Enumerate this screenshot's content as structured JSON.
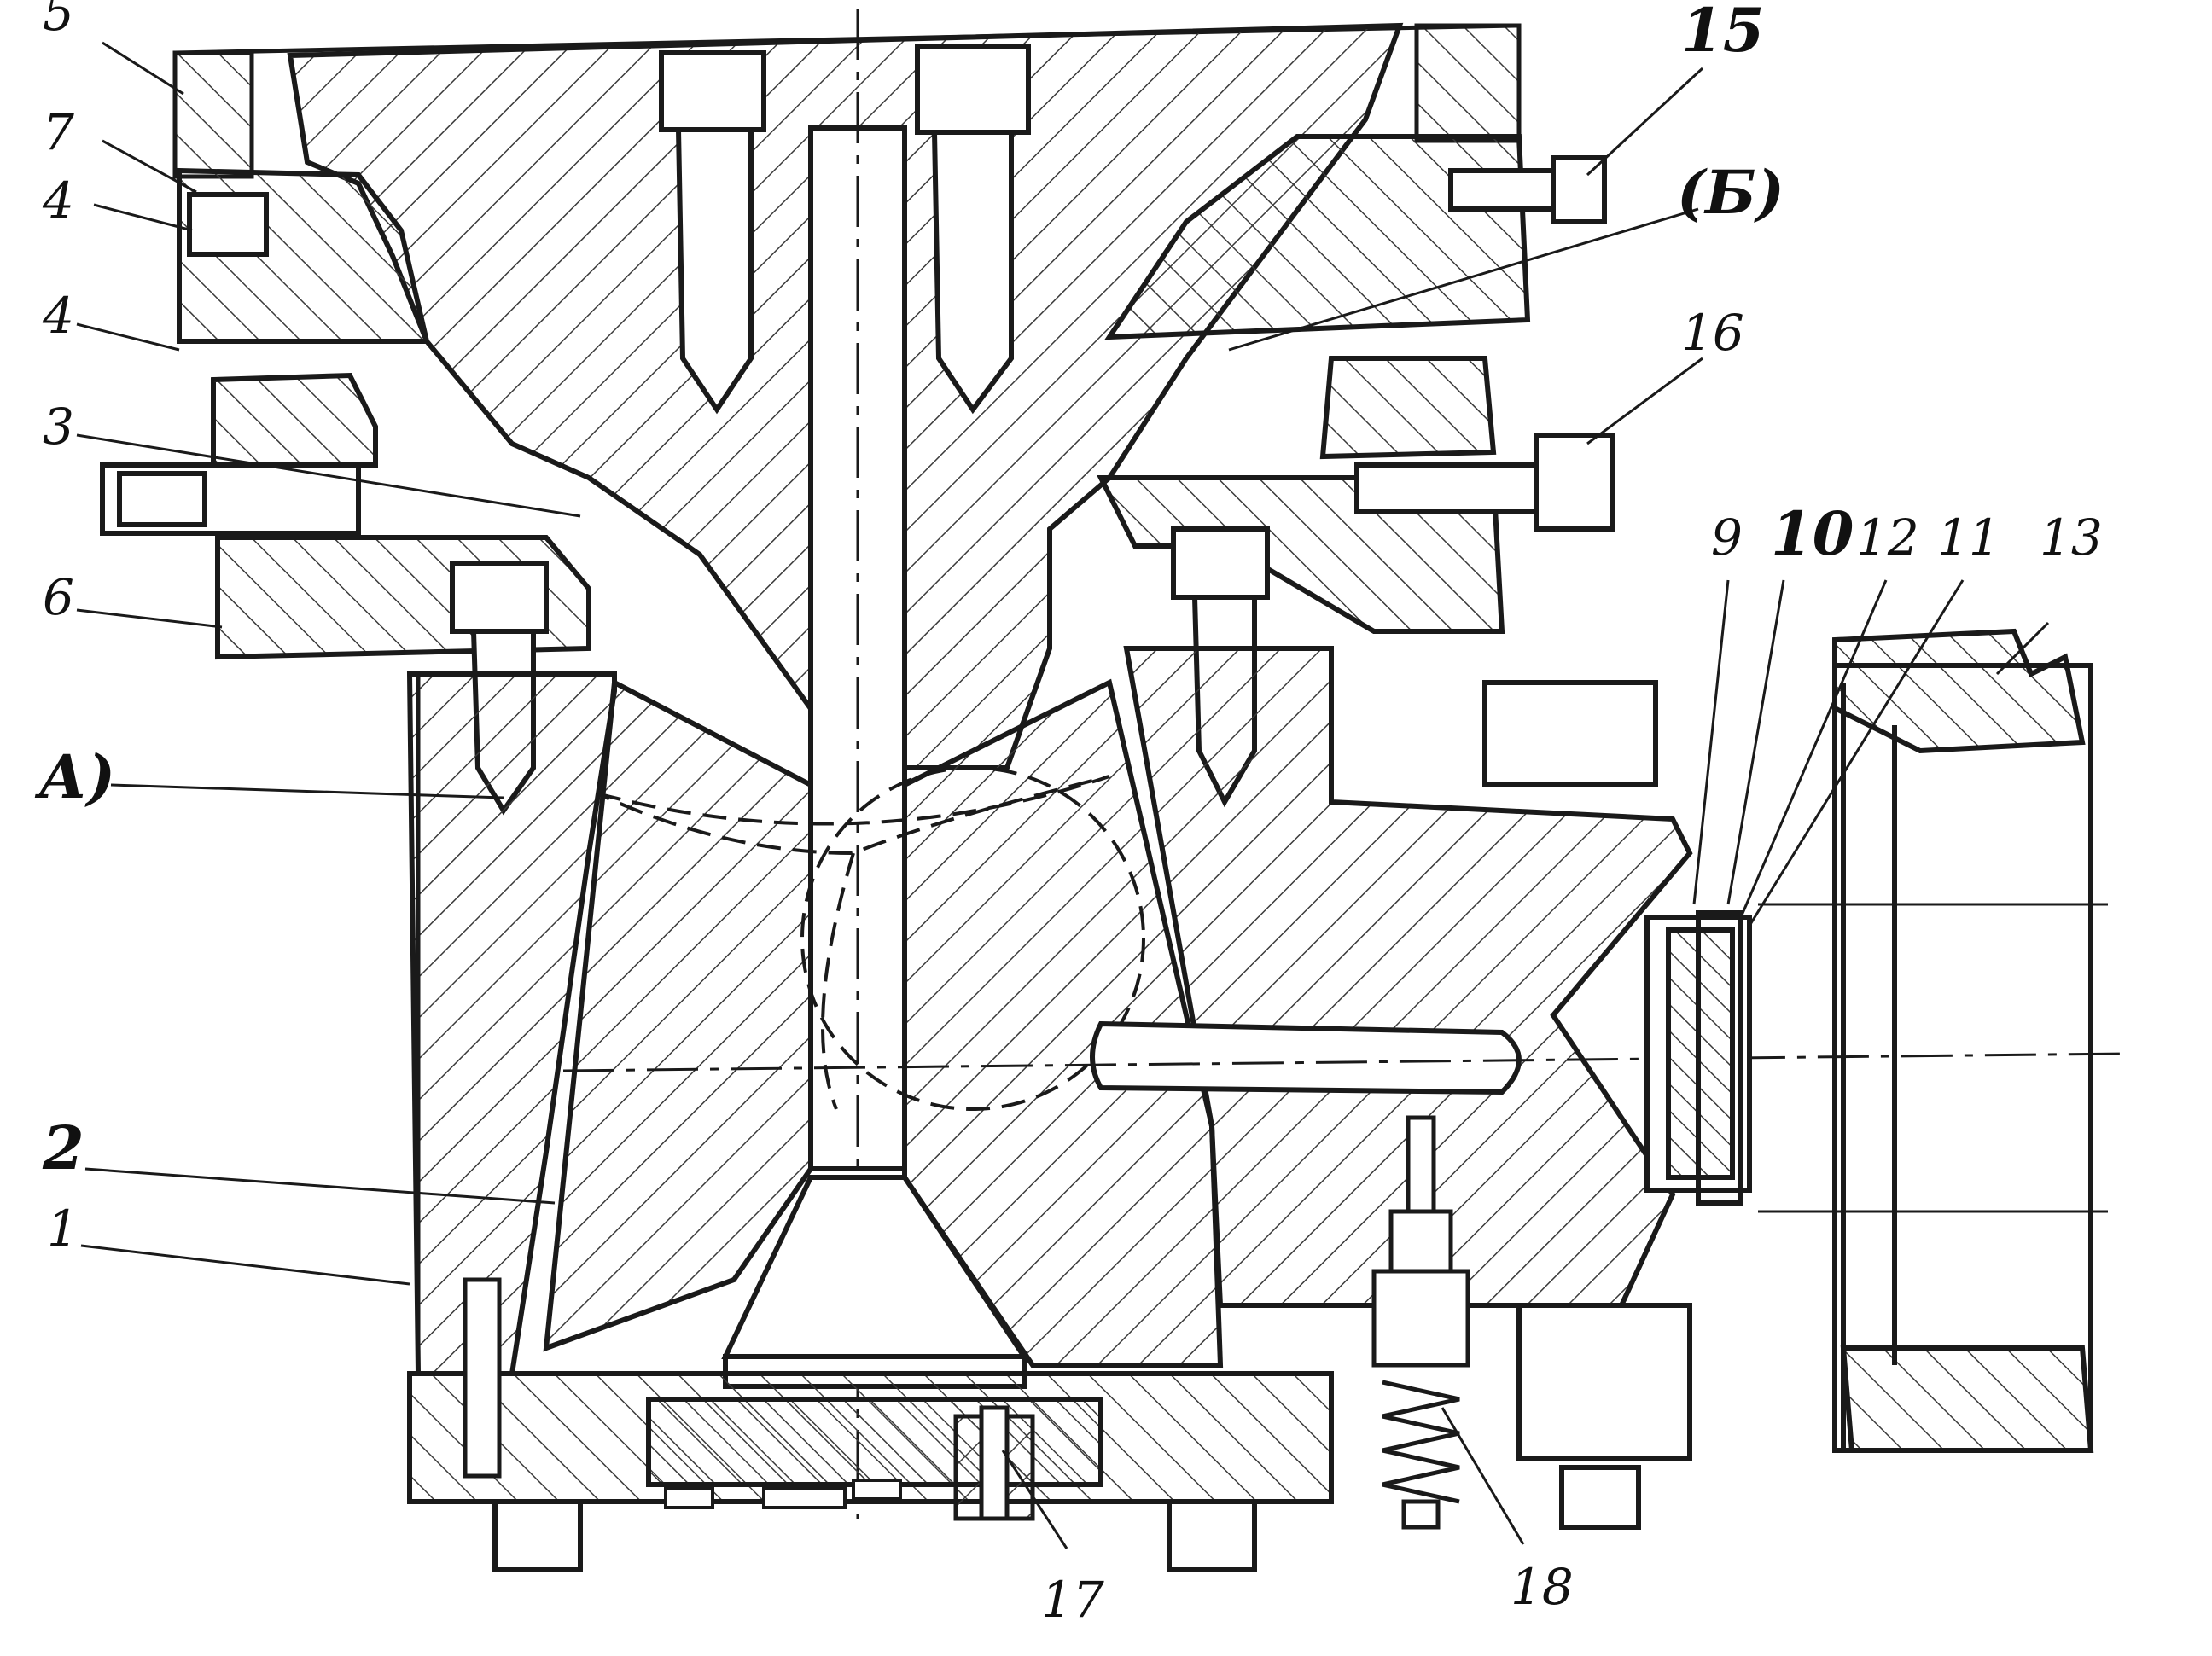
{
  "labels": {
    "l5_top": "5",
    "l7": "7",
    "l4a": "4",
    "l4b": "4",
    "l3": "3",
    "l6": "6",
    "lA": "А)",
    "l2": "2",
    "l1": "1",
    "l15": "15",
    "lB": "(Б)",
    "l16": "16",
    "l9": "9",
    "l10": "10",
    "l12": "12",
    "l11": "11",
    "l13": "13",
    "l17": "17",
    "l18": "18"
  },
  "colors": {
    "line": "#1a1a1a",
    "hatch": "#3a3a3a",
    "background": "#ffffff"
  }
}
